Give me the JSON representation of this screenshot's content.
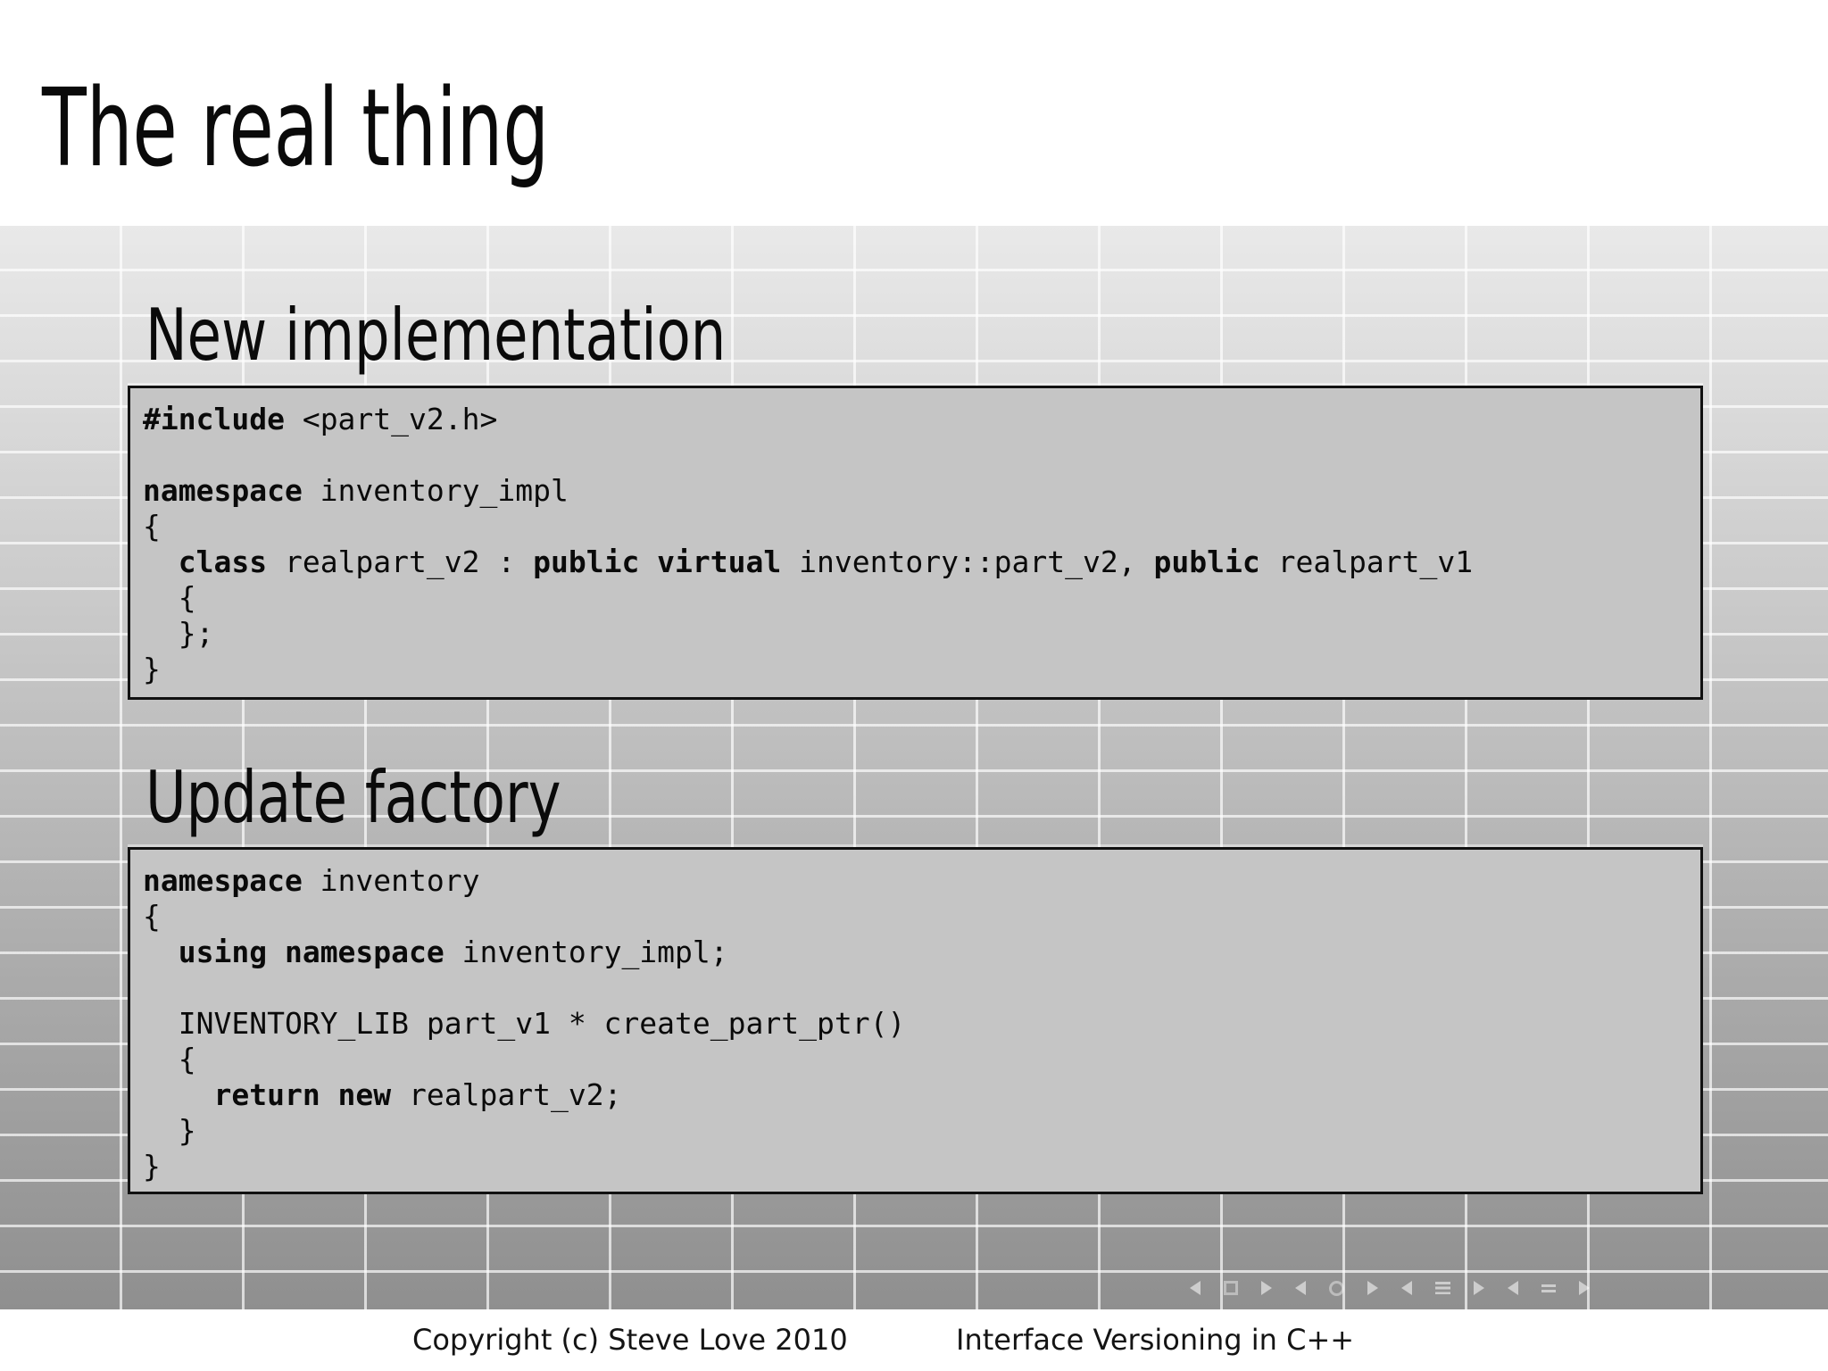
{
  "slide": {
    "title": "The real thing",
    "sections": [
      {
        "heading": "New implementation",
        "code_lines": [
          [
            {
              "text": "#include",
              "bold": true
            },
            {
              "text": " <part_v2.h>",
              "bold": false
            }
          ],
          [],
          [
            {
              "text": "namespace",
              "bold": true
            },
            {
              "text": " inventory_impl",
              "bold": false
            }
          ],
          [
            {
              "text": "{",
              "bold": false
            }
          ],
          [
            {
              "text": "  ",
              "bold": false
            },
            {
              "text": "class",
              "bold": true
            },
            {
              "text": " realpart_v2 : ",
              "bold": false
            },
            {
              "text": "public virtual",
              "bold": true
            },
            {
              "text": " inventory::part_v2, ",
              "bold": false
            },
            {
              "text": "public",
              "bold": true
            },
            {
              "text": " realpart_v1",
              "bold": false
            }
          ],
          [
            {
              "text": "  {",
              "bold": false
            }
          ],
          [
            {
              "text": "  };",
              "bold": false
            }
          ],
          [
            {
              "text": "}",
              "bold": false
            }
          ]
        ]
      },
      {
        "heading": "Update factory",
        "code_lines": [
          [
            {
              "text": "namespace",
              "bold": true
            },
            {
              "text": " inventory",
              "bold": false
            }
          ],
          [
            {
              "text": "{",
              "bold": false
            }
          ],
          [
            {
              "text": "  ",
              "bold": false
            },
            {
              "text": "using namespace",
              "bold": true
            },
            {
              "text": " inventory_impl;",
              "bold": false
            }
          ],
          [],
          [
            {
              "text": "  INVENTORY_LIB part_v1 * create_part_ptr()",
              "bold": false
            }
          ],
          [
            {
              "text": "  {",
              "bold": false
            }
          ],
          [
            {
              "text": "    ",
              "bold": false
            },
            {
              "text": "return new",
              "bold": true
            },
            {
              "text": " realpart_v2;",
              "bold": false
            }
          ],
          [
            {
              "text": "  }",
              "bold": false
            }
          ],
          [
            {
              "text": "}",
              "bold": false
            }
          ]
        ]
      }
    ]
  },
  "footer": {
    "copyright": "Copyright (c) Steve Love 2010",
    "presentation_title": "Interface Versioning in C++"
  },
  "nav": {
    "icons": [
      {
        "name": "prev-slide-icon",
        "glyph": "arrow-left"
      },
      {
        "name": "first-slide-icon",
        "glyph": "square"
      },
      {
        "name": "next-slide-icon",
        "glyph": "arrow-right"
      },
      {
        "name": "prev-section-icon",
        "glyph": "arrow-left"
      },
      {
        "name": "home-slide-icon",
        "glyph": "circle"
      },
      {
        "name": "next-section-icon",
        "glyph": "arrow-right"
      },
      {
        "name": "prev-page-icon",
        "glyph": "arrow-left"
      },
      {
        "name": "contents-icon",
        "glyph": "list"
      },
      {
        "name": "next-page-icon",
        "glyph": "arrow-right"
      },
      {
        "name": "back-icon",
        "glyph": "arrow-left"
      },
      {
        "name": "text-view-icon",
        "glyph": "text"
      },
      {
        "name": "last-slide-icon",
        "glyph": "arrow-right"
      }
    ]
  },
  "colors": {
    "band_top": "#e9e9e9",
    "band_bottom": "#8f8f8f",
    "grid_line": "rgba(255,255,255,0.68)",
    "code_box_bg": "#c5c5c5",
    "code_box_border": "#111111",
    "text": "#0a0a0a"
  }
}
